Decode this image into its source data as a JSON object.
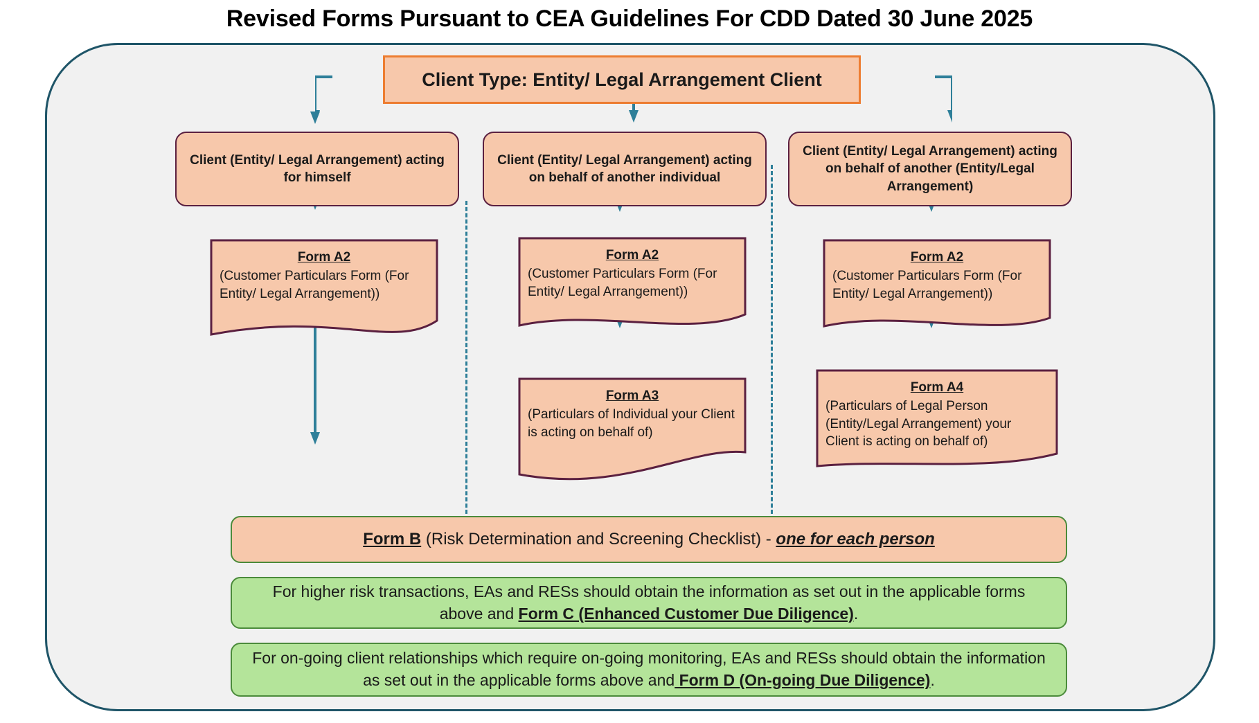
{
  "title": "Revised Forms Pursuant to CEA Guidelines For CDD Dated 30 June 2025",
  "colors": {
    "card_bg": "#f1f1f1",
    "card_border": "#1f5568",
    "peach_fill": "#f7c8ab",
    "orange_border": "#ed7d31",
    "purple_border": "#5b2040",
    "green_fill": "#b4e49a",
    "green_border": "#4b8b3b",
    "arrow": "#2e7f99"
  },
  "root": {
    "label": "Client Type: Entity/ Legal Arrangement Client"
  },
  "branches": [
    {
      "client": "Client (Entity/ Legal Arrangement) acting for himself",
      "forms": [
        {
          "name": "Form A2",
          "desc": "(Customer Particulars Form (For Entity/ Legal Arrangement))"
        }
      ]
    },
    {
      "client": "Client (Entity/ Legal Arrangement) acting on behalf of another individual",
      "forms": [
        {
          "name": "Form A2",
          "desc": "(Customer Particulars Form (For Entity/ Legal Arrangement))"
        },
        {
          "name": "Form A3",
          "desc": "(Particulars of Individual your Client is acting on behalf of)"
        }
      ]
    },
    {
      "client": "Client (Entity/ Legal Arrangement) acting on behalf of another (Entity/Legal Arrangement)",
      "forms": [
        {
          "name": "Form A2",
          "desc": "(Customer Particulars Form (For Entity/ Legal Arrangement))"
        },
        {
          "name": "Form A4",
          "desc": "(Particulars of Legal Person (Entity/Legal Arrangement) your Client is acting on behalf of)"
        }
      ]
    }
  ],
  "form_b": {
    "name": "Form B",
    "middle": " (Risk Determination and Screening Checklist) - ",
    "emphasis": "one for each person"
  },
  "notes": [
    {
      "lead": "For higher risk transactions, EAs and RESs should obtain the information as set out in the applicable forms above and ",
      "strong": "Form C (Enhanced Customer Due Diligence)",
      "tail": "."
    },
    {
      "lead": "For on-going client relationships which require on-going monitoring, EAs and RESs should obtain the information as set out in the applicable forms above and",
      "strong": " Form D (On-going Due Diligence)",
      "tail": "."
    }
  ]
}
